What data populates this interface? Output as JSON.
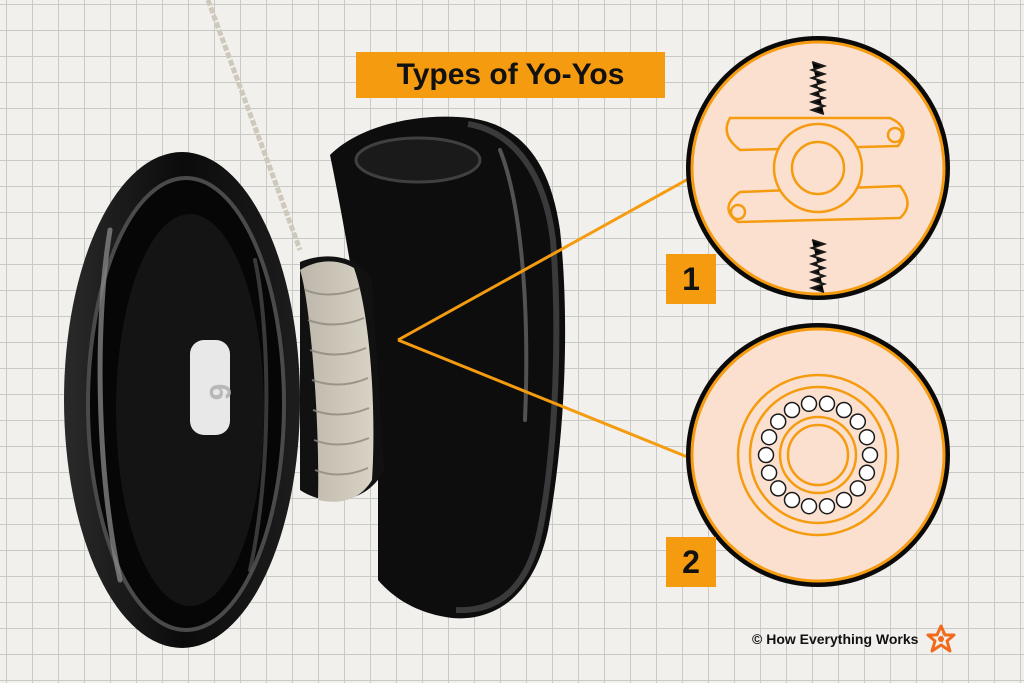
{
  "title": "Types of Yo-Yos",
  "badges": [
    "1",
    "2"
  ],
  "credit": "© How Everything Works",
  "colors": {
    "accent": "#f59b10",
    "panel_fill": "#fbe0cf",
    "yoyo_body": "#0f0f0f",
    "grid_line": "#c9c9c6"
  },
  "icons": {
    "logo": "how-everything-works-logo-icon"
  }
}
